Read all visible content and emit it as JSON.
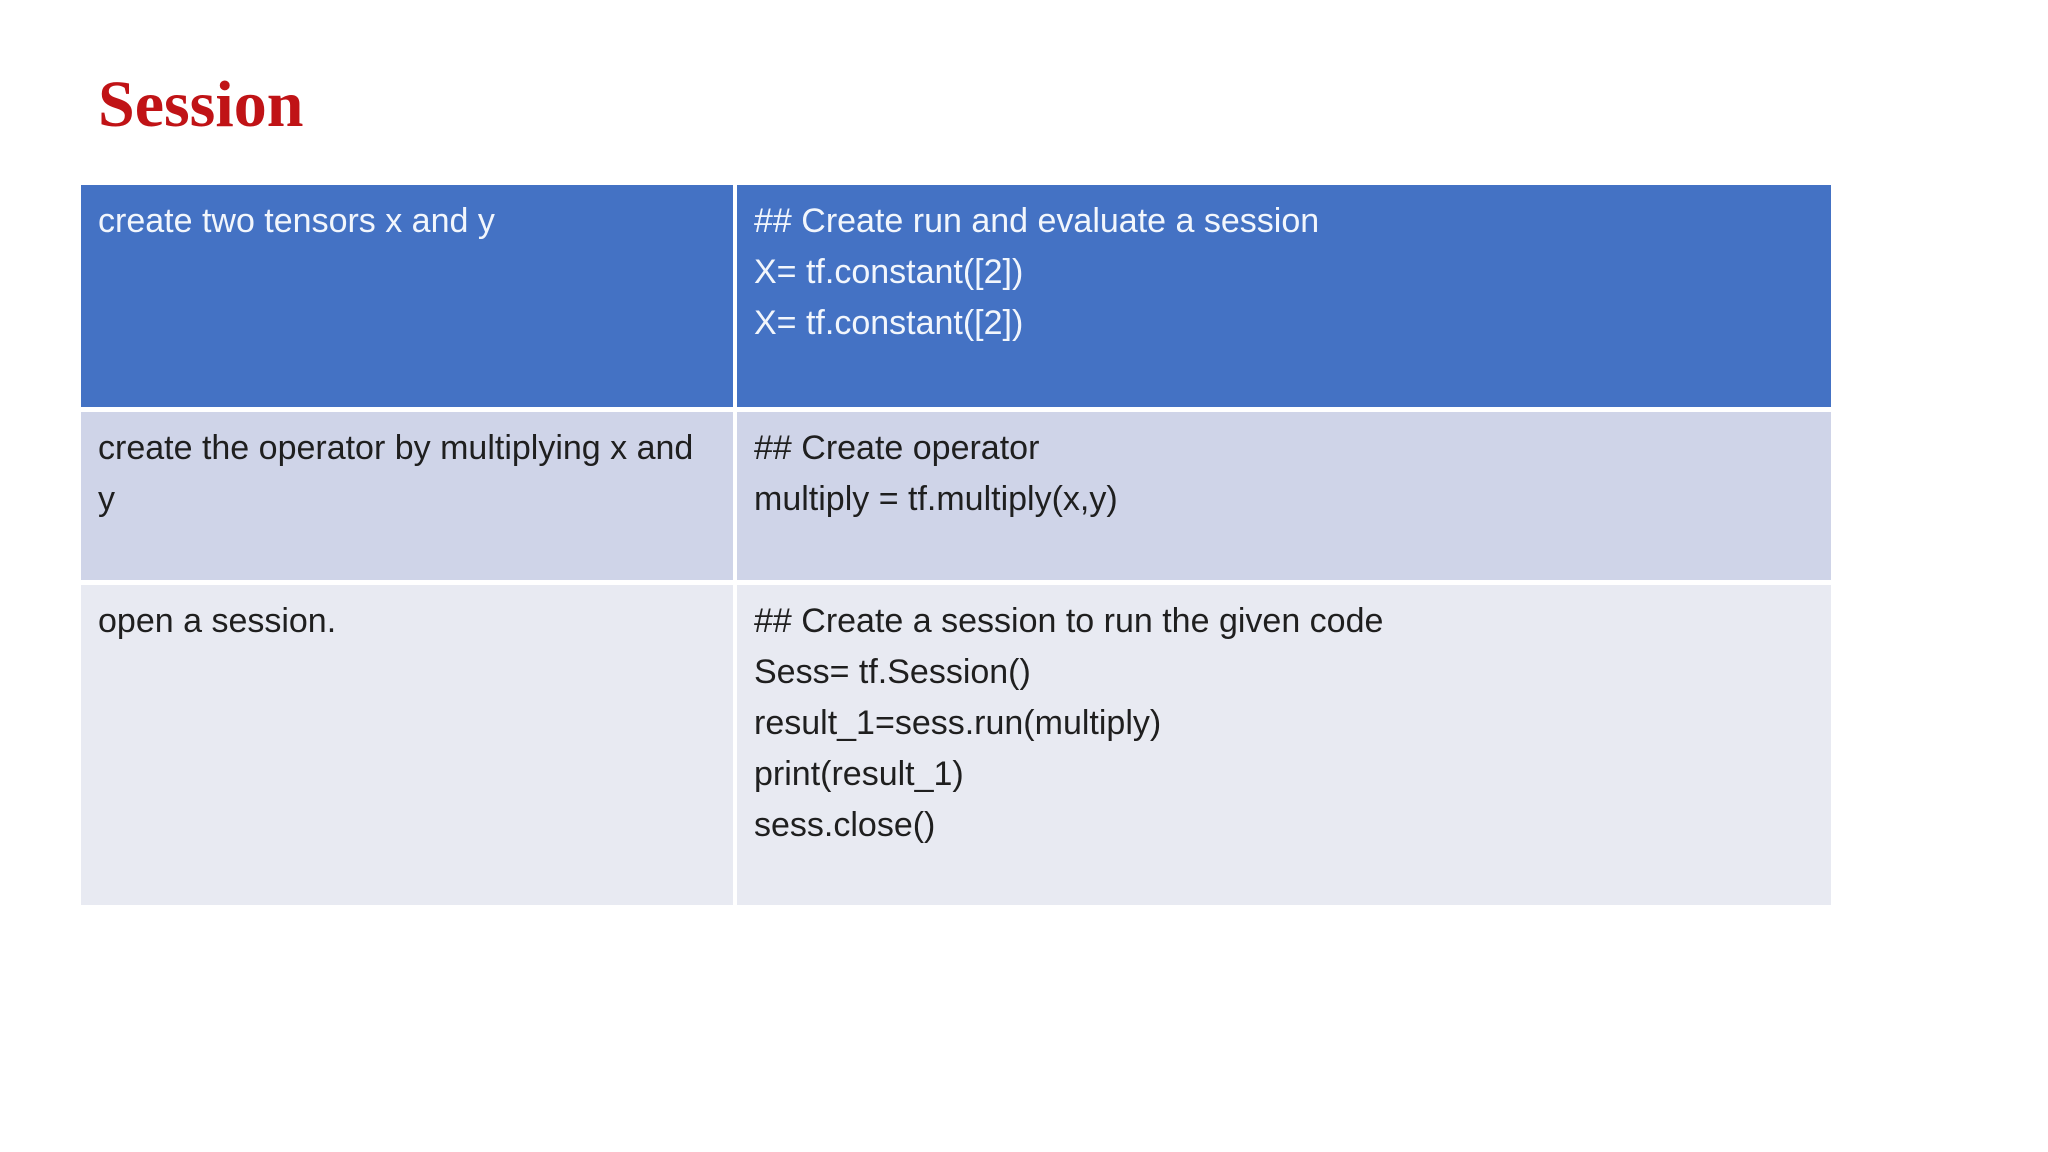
{
  "slide": {
    "title": "Session"
  },
  "colors": {
    "title_red": "#c01316",
    "header_row_bg": "#4472c4",
    "header_row_text": "#f2f6fc",
    "band_row_bg": "#cfd4e8",
    "light_row_bg": "#e8eaf2",
    "body_text": "#1f1f1f"
  },
  "table": {
    "rows": [
      {
        "description": "create two tensors x and y",
        "code_lines": [
          "## Create run and evaluate a session",
          "X= tf.constant([2])",
          "X= tf.constant([2])"
        ]
      },
      {
        "description": "create the operator by multiplying x and y",
        "code_lines": [
          "## Create operator",
          "multiply = tf.multiply(x,y)"
        ]
      },
      {
        "description": "open a session.",
        "code_lines": [
          "## Create a session to run the given code",
          "Sess= tf.Session()",
          "result_1=sess.run(multiply)",
          "print(result_1)",
          "sess.close()"
        ]
      }
    ]
  }
}
